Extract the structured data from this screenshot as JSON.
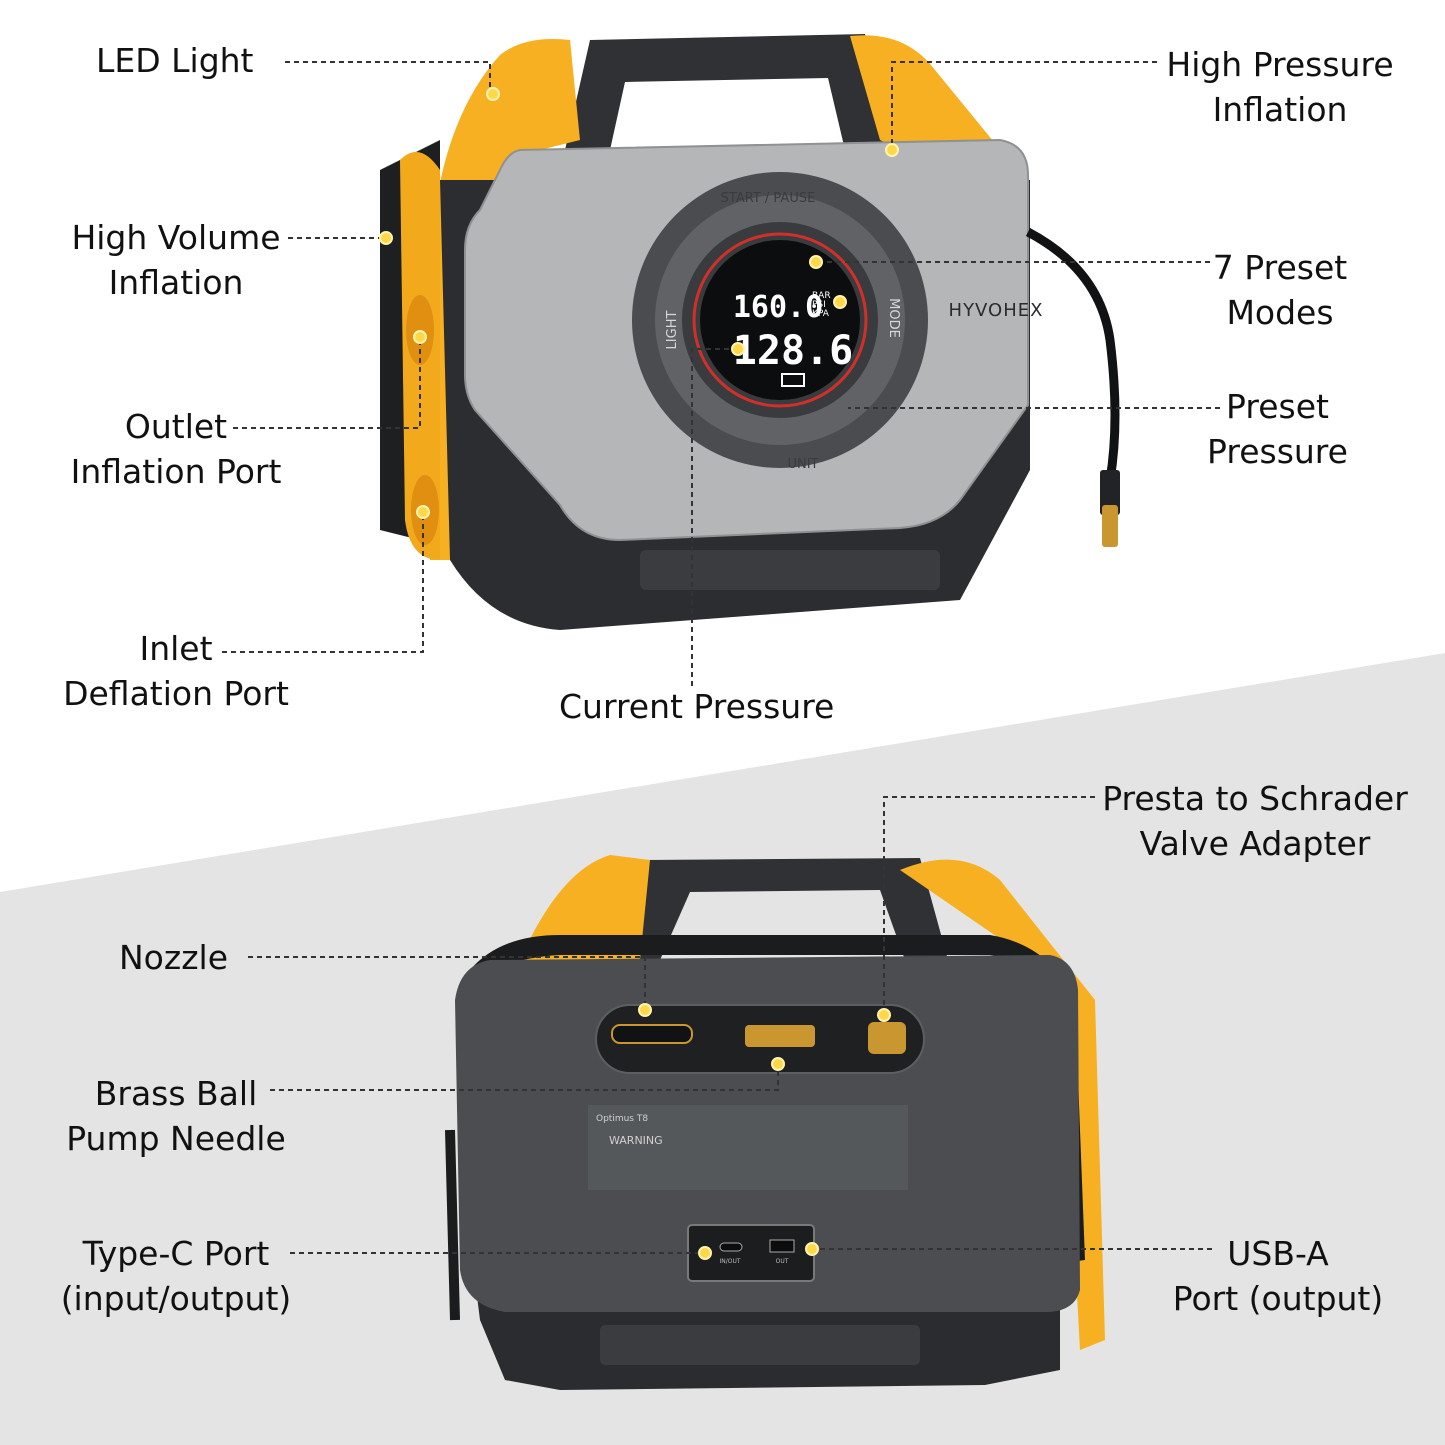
{
  "brand": "HYVOHEX",
  "colors": {
    "accent": "#f6b021",
    "body_dark": "#2b2d30",
    "panel": "#b7b9bb",
    "brass": "#c9962f",
    "marker": "#ffd84a"
  },
  "front_device": {
    "dial": {
      "start_pause": "START / PAUSE",
      "light": "LIGHT",
      "mode": "MODE",
      "unit": "UNIT",
      "preset_value": "160.0",
      "current_value": "128.6",
      "units": [
        "BAR",
        "PSI",
        "KPA"
      ]
    }
  },
  "back_device": {
    "label_title": "Optimus T8",
    "warning": "WARNING",
    "port_in": "IN/OUT",
    "port_out": "OUT"
  },
  "callouts": {
    "led_light": "LED Light",
    "high_pressure": "High Pressure\nInflation",
    "high_volume": "High Volume\nInflation",
    "preset_modes": "7 Preset\nModes",
    "outlet": "Outlet\nInflation Port",
    "preset_pressure": "Preset\nPressure",
    "inlet": "Inlet\nDeflation Port",
    "current_pressure": "Current Pressure",
    "presta": "Presta to Schrader\nValve Adapter",
    "nozzle": "Nozzle",
    "brass_needle": "Brass Ball\nPump Needle",
    "type_c": "Type-C Port\n(input/output)",
    "usb_a": "USB-A\nPort (output)"
  }
}
